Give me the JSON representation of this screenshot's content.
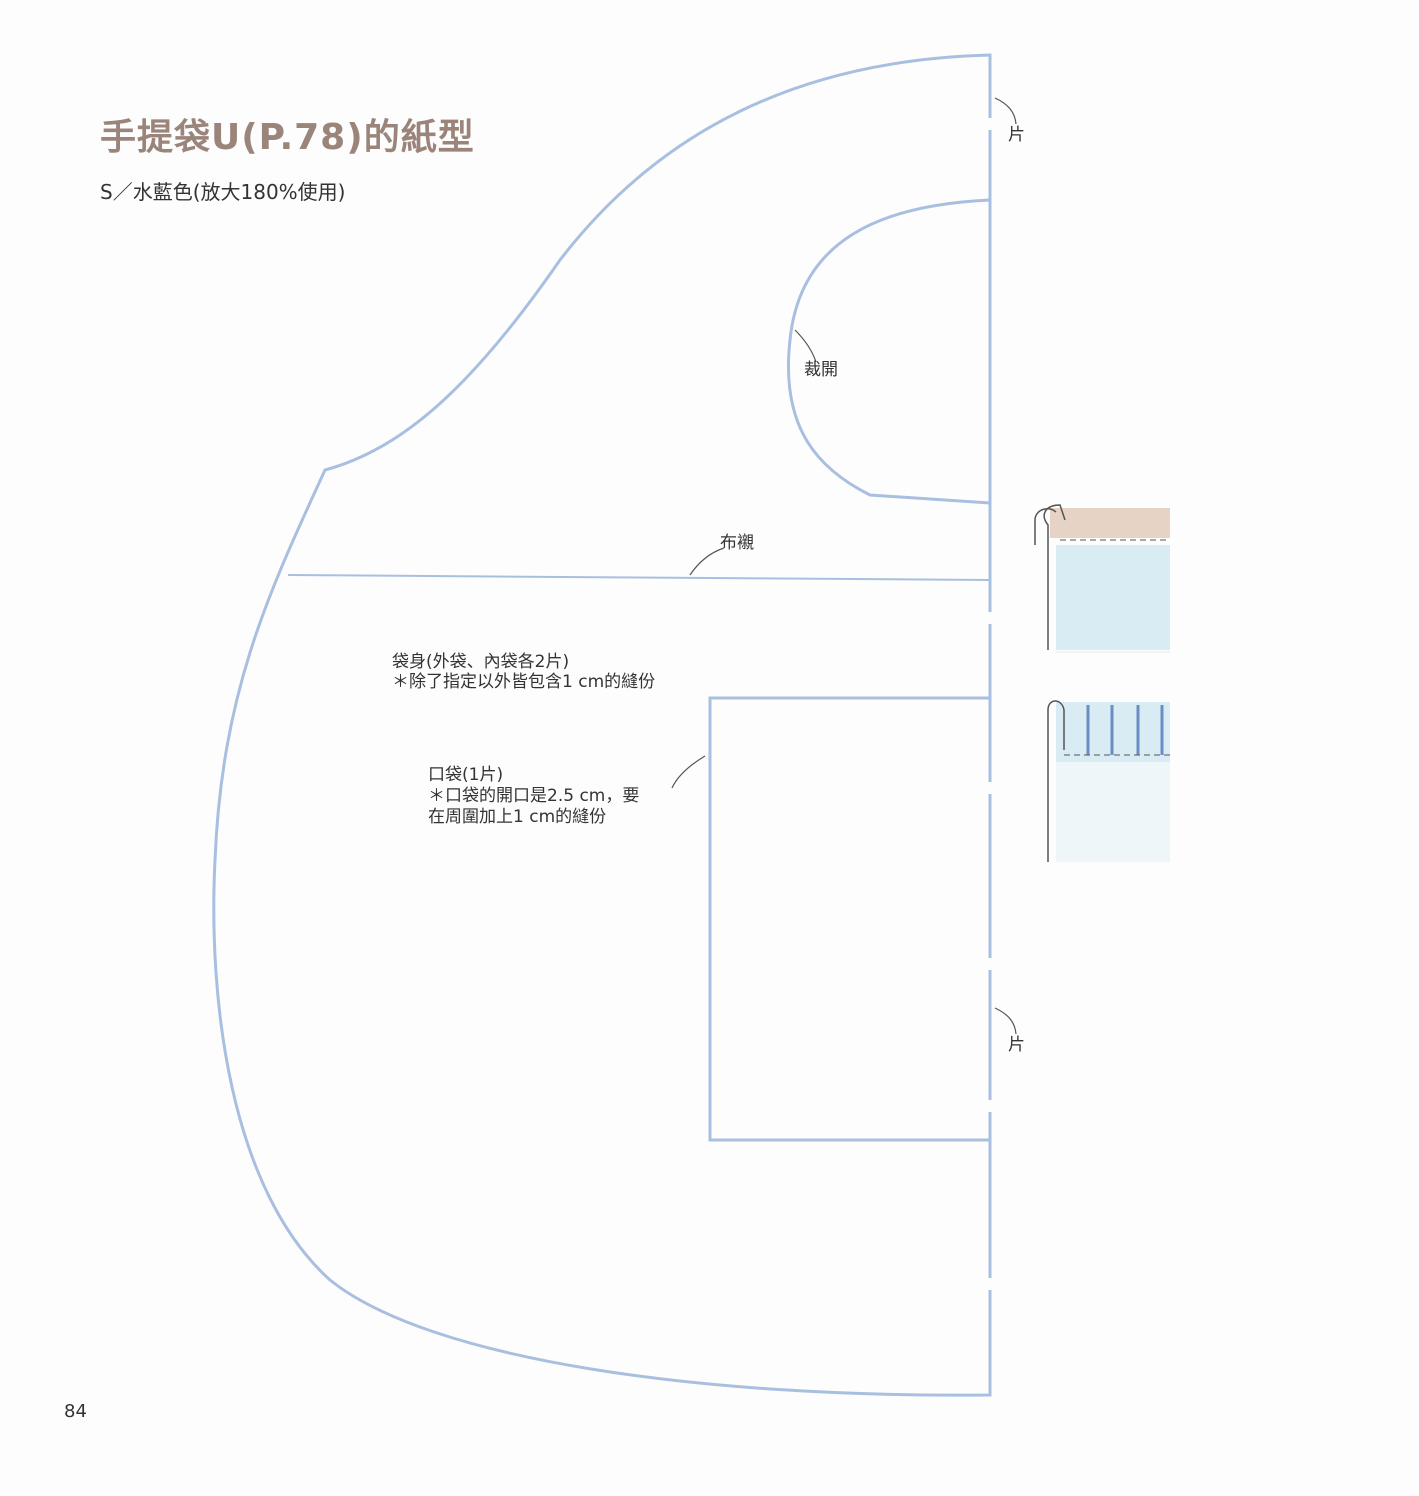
{
  "header": {
    "title": "手提袋U(P.78)的紙型",
    "subtitle": "S／水藍色(放大180%使用)"
  },
  "pattern": {
    "fold_top": "片",
    "fold_bottom": "片",
    "cut_open": "裁開",
    "interfacing": "布襯",
    "body_line1": "袋身(外袋、內袋各2片)",
    "body_line2": "＊除了指定以外皆包含1 cm的縫份",
    "pocket_line1": "口袋(1片)",
    "pocket_line2": "＊口袋的開口是2.5 cm，要",
    "pocket_line3": "在周圍加上1 cm的縫份"
  },
  "footer": {
    "page_number": "84"
  },
  "colors": {
    "outline": "#a9bfe0",
    "title": "#9b857a",
    "text": "#333333",
    "swatch_blue": "#d9ecf4",
    "swatch_band": "#e6d3c6"
  }
}
